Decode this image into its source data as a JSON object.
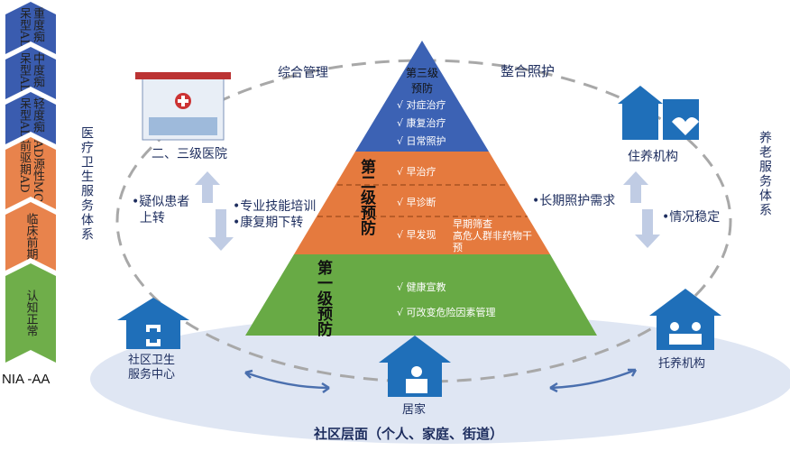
{
  "stages": [
    {
      "label": "重度痴\n呆型AD",
      "color": "#3a5caf"
    },
    {
      "label": "中度痴\n呆型AD",
      "color": "#3a5caf"
    },
    {
      "label": "轻度痴\n呆型AD",
      "color": "#3a5caf"
    },
    {
      "label": "AD源性MCI\n前驱期AD",
      "color": "#e8834c"
    },
    {
      "label": "临床前期",
      "color": "#e8834c"
    },
    {
      "label": "认知正常",
      "color": "#6fae4a"
    }
  ],
  "framework": "NIA -AA",
  "pyramid": {
    "tertiary": {
      "title": "第三级\n预防",
      "items": [
        "√ 对症治疗",
        "√ 康复治疗",
        "√ 日常照护"
      ],
      "color": "#3c62b4"
    },
    "secondary": {
      "title": "第二级预防",
      "items": [
        "√ 早治疗",
        "√ 早诊断",
        "√ 早发现"
      ],
      "sub": [
        "早期筛查",
        "高危人群非药物干预"
      ],
      "color": "#e57a3e"
    },
    "primary": {
      "title": "第一级预防",
      "items": [
        "√ 健康宣教",
        "√ 可改变危险因素管理"
      ],
      "color": "#68aa45"
    }
  },
  "labels": {
    "integrated_mgmt": "综合管理",
    "integrated_care": "整合照护",
    "hospital": "二、三级医院",
    "medical_system": "医疗卫生服务体系",
    "refer_up": "•疑似患者\n  上转",
    "training": "•专业技能培训",
    "rehab_down": "•康复期下转",
    "ltc_need": "•长期照护需求",
    "residential": "住养机构",
    "elder_system": "养老服务体系",
    "stable": "•情况稳定",
    "community_center": "社区卫生\n服务中心",
    "daycare": "托养机构",
    "home": "居家",
    "community_level": "社区层面（个人、家庭、街道）"
  }
}
